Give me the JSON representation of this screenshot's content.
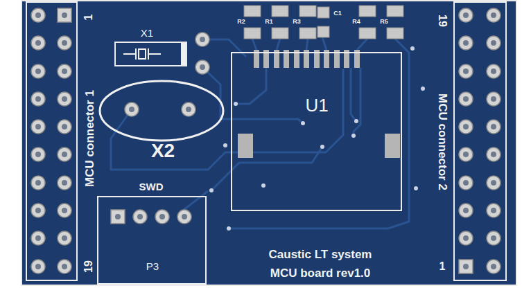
{
  "diagram": {
    "nodes": [
      {
        "text": [
          "X1"
        ]
      },
      {
        "text": [
          "U1"
        ]
      },
      {
        "text": [
          "X2"
        ]
      },
      {
        "text": [
          "P3"
        ]
      }
    ],
    "labels": [
      "1",
      "MCU connector 1",
      "19",
      "19",
      "MCU connector 2",
      "1",
      "R2",
      "R1",
      "R3",
      "C1",
      "R4",
      "R5",
      "SWD",
      "Caustic LT system",
      "MCU board rev1.0"
    ]
  }
}
